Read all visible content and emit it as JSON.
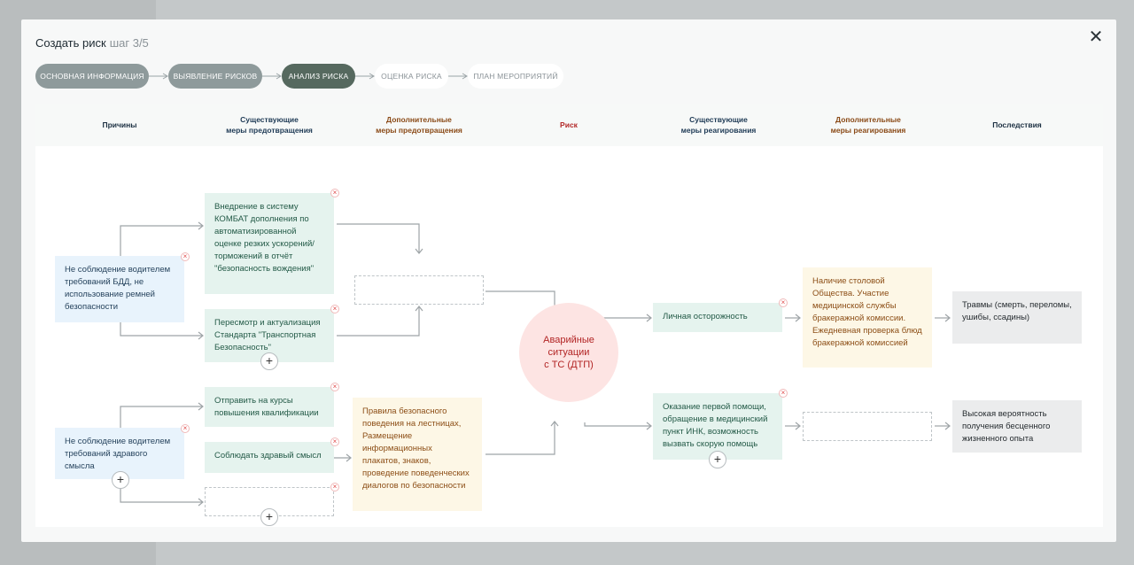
{
  "modal": {
    "title": "Создать риск",
    "step": "шаг 3/5",
    "close_icon": "✕"
  },
  "stepper": [
    {
      "label": "Основная информация",
      "state": "done"
    },
    {
      "label": "Выявление рисков",
      "state": "done"
    },
    {
      "label": "Анализ риска",
      "state": "active"
    },
    {
      "label": "Оценка риска",
      "state": "todo"
    },
    {
      "label": "План мероприятий",
      "state": "todo"
    }
  ],
  "columns": {
    "causes": "Причины",
    "existing_prevention": "Существующие\nмеры предотвращения",
    "additional_prevention": "Дополнительные\nмеры предотвращения",
    "risk": "Риск",
    "existing_response": "Существующие\nмеры реагирования",
    "additional_response": "Дополнительные\nмеры реагирования",
    "consequences": "Последствия"
  },
  "causes": [
    "Не соблюдение водителем требований БДД, не использование ремней безопасности",
    "Не соблюдение водителем требований здравого смысла"
  ],
  "existing_prevention": [
    "Внедрение в систему КОМБАТ дополнения по автоматизированной оценке резких ускорений/торможений в отчёт \"безопасность вождения\"",
    "Пересмотр и актуализация Стандарта \"Транспортная Безопасность\"",
    "Отправить на курсы повышения квалификации",
    "Соблюдать здравый смысл"
  ],
  "additional_prevention": [
    "Правила безопасного поведения на лестницах, Размещение информационных плакатов, знаков, проведение поведенческих диалогов по безопасности"
  ],
  "risk": "Аварийные\nситуации\nс ТС (ДТП)",
  "existing_response": [
    "Личная осторожность",
    "Оказание первой помощи, обращение в медицинский пункт ИНК, возможность вызвать скорую помощь"
  ],
  "additional_response": [
    "Наличие столовой Общества. Участие медицинской службы бракеражной комиссии. Ежедневная проверка блюд бракеражной комиссией"
  ],
  "consequences": [
    "Травмы (смерть, переломы, ушибы, ссадины)",
    "Высокая вероятность получения бесценного жизненного опыта"
  ],
  "icons": {
    "remove": "×",
    "add": "+"
  },
  "colors": {
    "step_done": "#8e9a9b",
    "step_active": "#56695f",
    "risk_fill": "#fde4e3",
    "risk_text": "#b22424"
  }
}
